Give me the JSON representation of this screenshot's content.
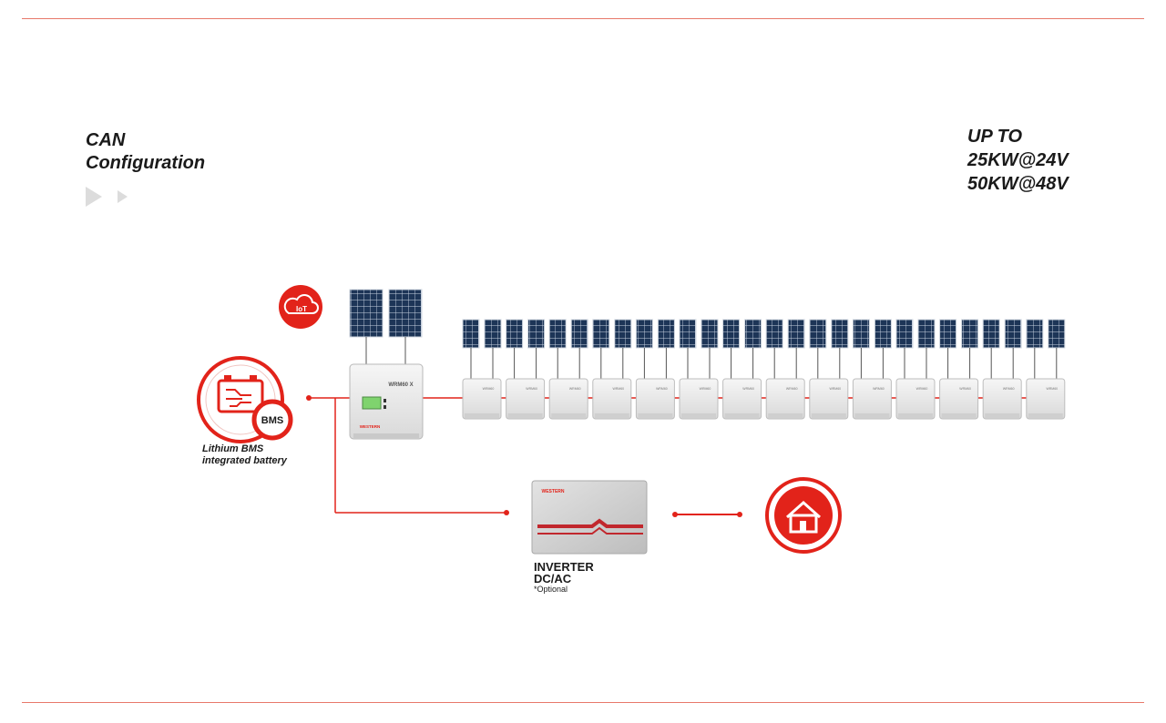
{
  "header": {
    "title_line1": "CAN",
    "title_line2": "Configuration"
  },
  "capacity": {
    "line1": "UP TO",
    "line2": "25KW@24V",
    "line3": "50KW@48V"
  },
  "iot": {
    "label": "IoT"
  },
  "battery": {
    "badge": "BMS",
    "label_line1": "Lithium BMS",
    "label_line2": "integrated battery"
  },
  "master_unit": {
    "model": "WRM60 X",
    "brand": "WESTERN"
  },
  "slave_units": {
    "count": 14,
    "model": "WRM60"
  },
  "inverter": {
    "brand": "WESTERN",
    "label_line1": "INVERTER",
    "label_line2": "DC/AC",
    "note": "*Optional"
  },
  "colors": {
    "accent": "#e2231a",
    "panel": "#1d3557",
    "device": "#ececec",
    "text": "#1a1a1a"
  },
  "icons": [
    "iot-cloud-icon",
    "battery-bms-icon",
    "solar-panel-icon",
    "house-icon",
    "arrow-right-icon"
  ]
}
